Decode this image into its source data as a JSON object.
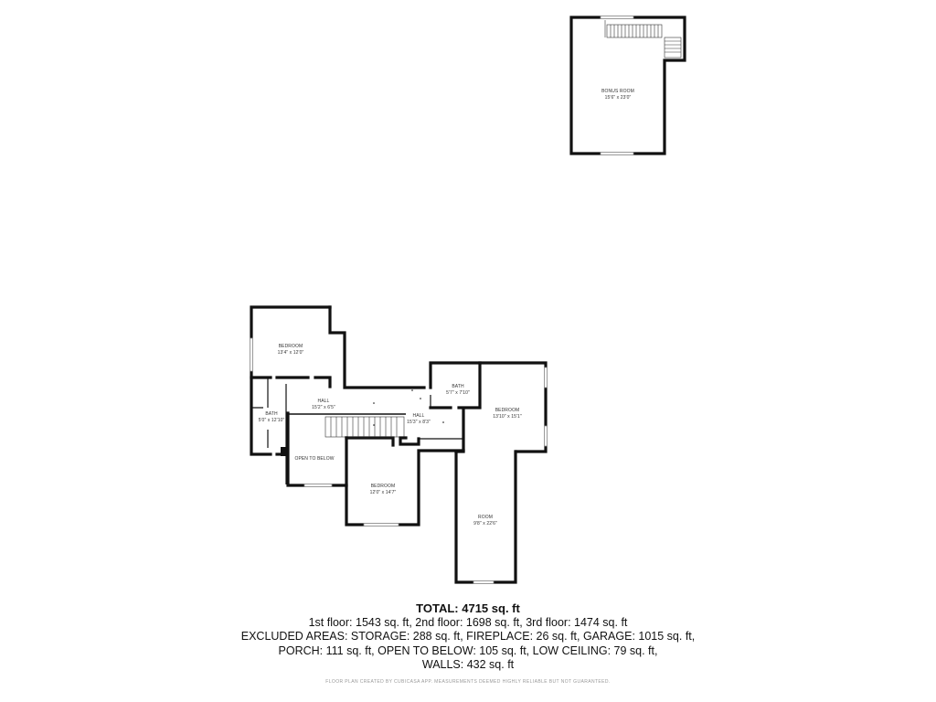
{
  "rooms": {
    "bonus_room": {
      "name": "BONUS ROOM",
      "dims": "15'6\" x 23'0\""
    },
    "bedroom_1": {
      "name": "BEDROOM",
      "dims": "13'4\" x 12'0\""
    },
    "hall_1": {
      "name": "HALL",
      "dims": "15'2\" x 6'5\""
    },
    "bath_1": {
      "name": "BATH",
      "dims": "5'0\" x 12'10\""
    },
    "open_to_below": {
      "name": "OPEN TO BELOW"
    },
    "bedroom_2": {
      "name": "BEDROOM",
      "dims": "12'0\" x 14'7\""
    },
    "hall_2": {
      "name": "HALL",
      "dims": "15'3\" x 8'3\""
    },
    "bath_2": {
      "name": "BATH",
      "dims": "5'7\" x 7'10\""
    },
    "bedroom_3": {
      "name": "BEDROOM",
      "dims": "13'10\" x 15'1\""
    },
    "room": {
      "name": "ROOM",
      "dims": "9'8\" x 22'6\""
    }
  },
  "summary": {
    "total": "TOTAL: 4715 sq. ft",
    "floors": "1st floor: 1543 sq. ft, 2nd floor: 1698 sq. ft, 3rd floor: 1474 sq. ft",
    "excluded_1": "EXCLUDED AREAS: STORAGE: 288 sq. ft, FIREPLACE: 26 sq. ft, GARAGE: 1015 sq. ft,",
    "excluded_2": "PORCH: 111 sq. ft, OPEN TO BELOW: 105 sq. ft, LOW CEILING: 79 sq. ft,",
    "excluded_3": "WALLS: 432 sq. ft"
  },
  "disclaimer": "FLOOR PLAN CREATED BY CUBICASA APP. MEASUREMENTS DEEMED HIGHLY RELIABLE BUT NOT GUARANTEED."
}
